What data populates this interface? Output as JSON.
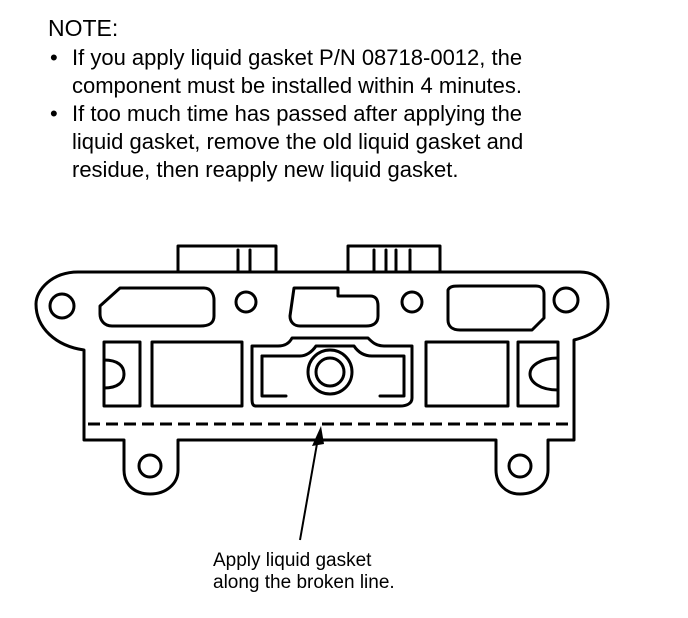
{
  "note": {
    "title": "NOTE:",
    "bullets": [
      {
        "symbol": "•",
        "lines": [
          "If you apply liquid gasket P/N 08718-0012, the",
          "component must be installed within 4 minutes."
        ]
      },
      {
        "symbol": "•",
        "lines": [
          "If too much time has passed after applying the",
          "liquid gasket, remove the old liquid gasket and",
          "residue, then reapply new liquid gasket."
        ]
      }
    ]
  },
  "diagram": {
    "caption_lines": [
      "Apply liquid gasket",
      "along the broken line."
    ],
    "line_style": "dashed"
  }
}
